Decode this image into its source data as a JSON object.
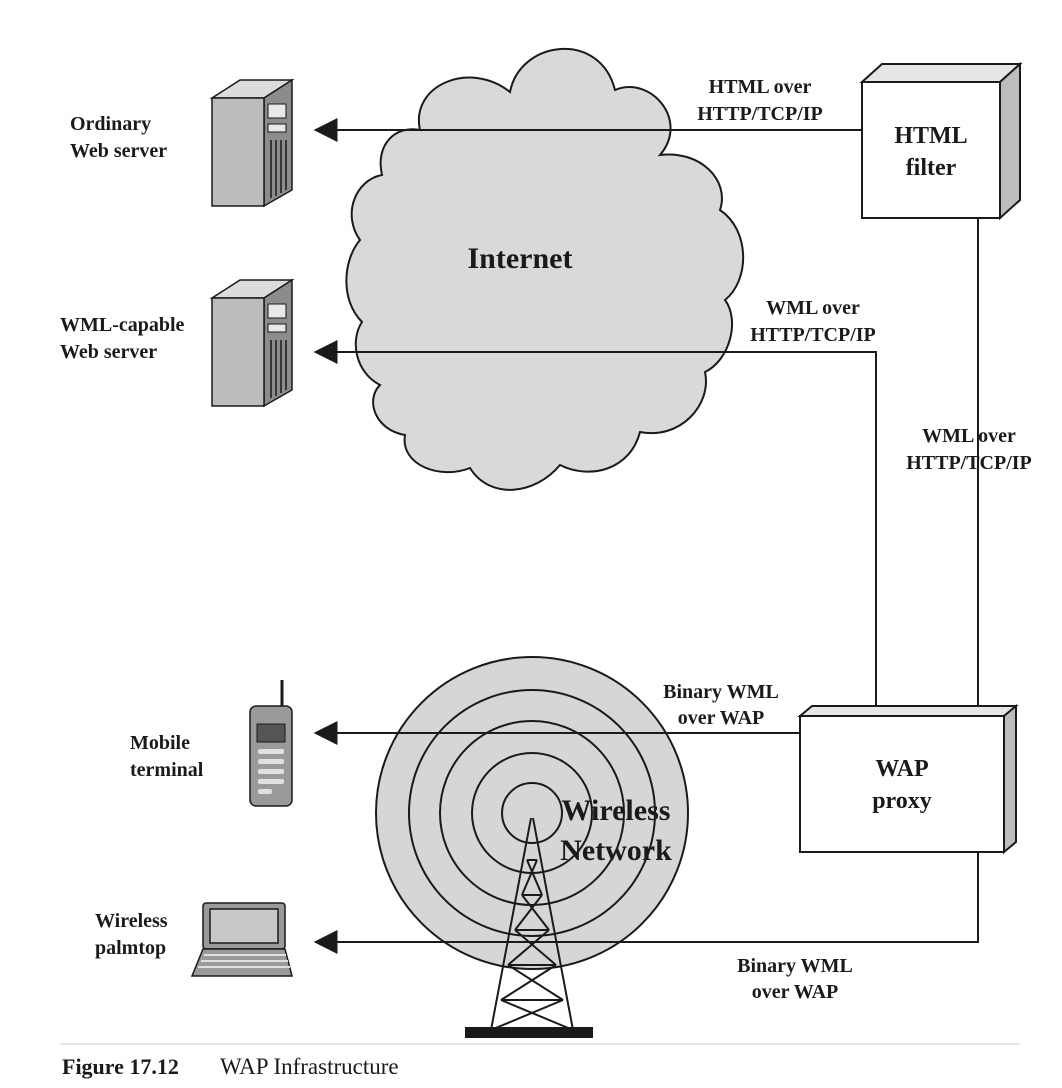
{
  "nodes": {
    "internet": "Internet",
    "wireless_network": [
      "Wireless",
      "Network"
    ],
    "html_filter": [
      "HTML",
      "filter"
    ],
    "wap_proxy": [
      "WAP",
      "proxy"
    ],
    "ordinary_web_server": [
      "Ordinary",
      "Web server"
    ],
    "wml_capable_web_server": [
      "WML-capable",
      "Web server"
    ],
    "mobile_terminal": [
      "Mobile",
      "terminal"
    ],
    "wireless_palmtop": [
      "Wireless",
      "palmtop"
    ]
  },
  "edges": {
    "filter_to_ordinary": [
      "HTML over",
      "HTTP/TCP/IP"
    ],
    "proxy_to_wml_server": [
      "WML over",
      "HTTP/TCP/IP"
    ],
    "proxy_to_filter": [
      "WML over",
      "HTTP/TCP/IP"
    ],
    "proxy_to_mobile": [
      "Binary WML",
      "over WAP"
    ],
    "proxy_to_palmtop": [
      "Binary WML",
      "over WAP"
    ]
  },
  "caption": {
    "number": "Figure 17.12",
    "title": "WAP Infrastructure"
  },
  "colors": {
    "line": "#1a1a1a",
    "cloud_fill": "#d9d9d9",
    "ring_fill": "#d6d6d6",
    "device_fill": "#9a9a9a",
    "caption_number": "#8a8a8a"
  }
}
